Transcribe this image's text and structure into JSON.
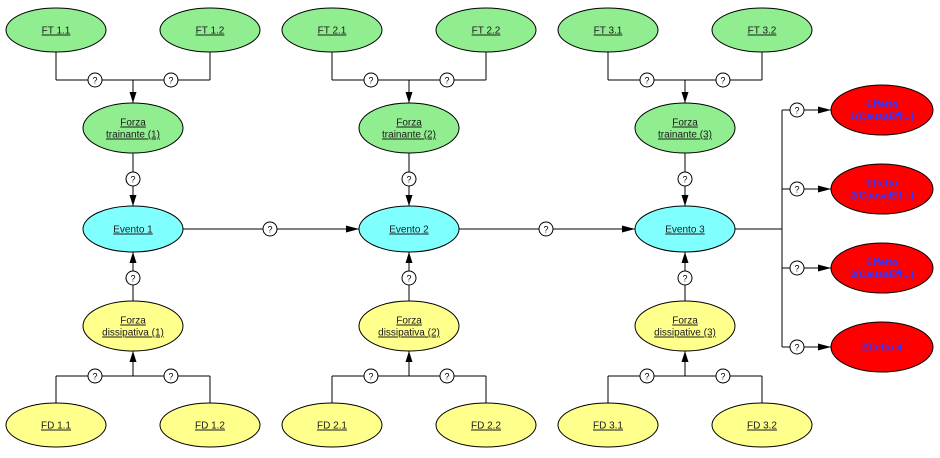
{
  "colors": {
    "forza_trainante": "#90ee90",
    "evento": "#80ffff",
    "forza_dissipativa": "#ffff8c",
    "effetto_fill": "#ff0000",
    "effetto_text": "#3333ff"
  },
  "connector_label": "?",
  "columns": [
    {
      "ft": [
        "FT 1.1",
        "FT 1.2"
      ],
      "forza_trainante": [
        "Forza",
        "trainante (1)"
      ],
      "evento": "Evento 1",
      "forza_dissipativa": [
        "Forza",
        "dissipativa (1)"
      ],
      "fd": [
        "FD 1.1",
        "FD 1.2"
      ]
    },
    {
      "ft": [
        "FT 2.1",
        "FT 2.2"
      ],
      "forza_trainante": [
        "Forza",
        "trainante (2)"
      ],
      "evento": "Evento 2",
      "forza_dissipativa": [
        "Forza",
        "dissipativa (2)"
      ],
      "fd": [
        "FD 2.1",
        "FD 2.2"
      ]
    },
    {
      "ft": [
        "FT 3.1",
        "FT 3.2"
      ],
      "forza_trainante": [
        "Forza",
        "trainante (3)"
      ],
      "evento": "Evento 3",
      "forza_dissipativa": [
        "Forza",
        "dissipative (3)"
      ],
      "fd": [
        "FD 3.1",
        "FD 3.2"
      ]
    }
  ],
  "effetti": [
    [
      "Effetto",
      "1(CausaEff...)"
    ],
    [
      "Effetto",
      "2(CausaEff...)"
    ],
    [
      "Effetto",
      "3(CausaEff...)"
    ],
    [
      "Effetto 4"
    ]
  ]
}
